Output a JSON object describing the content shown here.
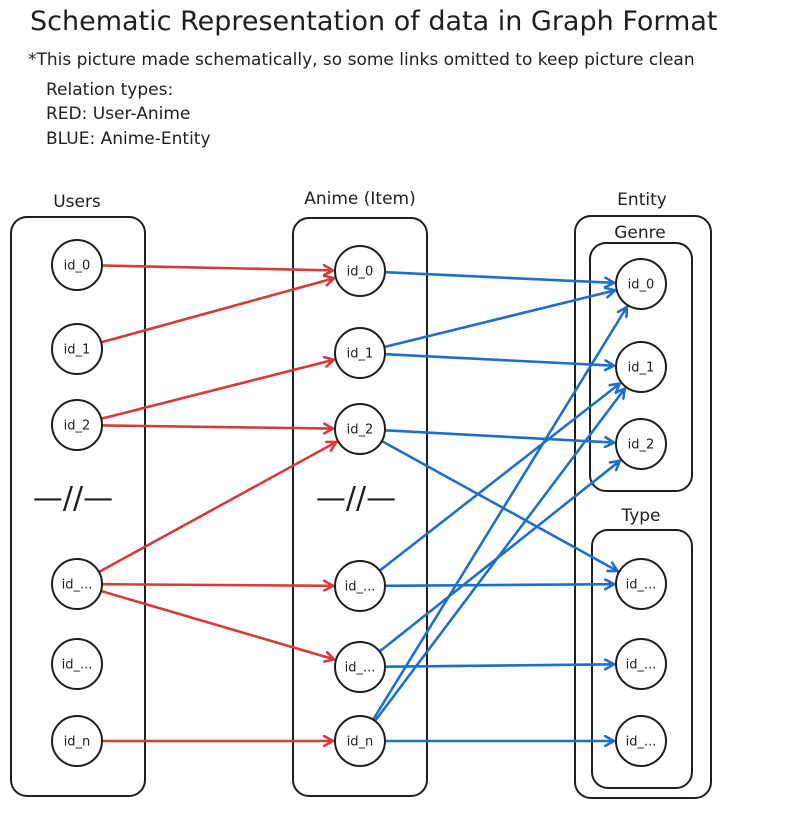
{
  "header": {
    "title": "Schematic Representation of data in Graph Format",
    "note": "*This picture made schematically, so some links omitted to keep picture clean",
    "relation_types_label": "Relation types:",
    "red_relation": "RED: User-Anime",
    "blue_relation": "BLUE: Anime-Entity"
  },
  "colors": {
    "red": "#d63b3b",
    "blue": "#1f6fc9",
    "stroke": "#1e1e1e"
  },
  "columns": {
    "users": {
      "label": "Users",
      "nodes": [
        "id_0",
        "id_1",
        "id_2",
        "id_...",
        "id_...",
        "id_n"
      ],
      "gap_marker": "—//—"
    },
    "anime": {
      "label": "Anime (Item)",
      "nodes": [
        "id_0",
        "id_1",
        "id_2",
        "id_...",
        "id_...",
        "id_n"
      ],
      "gap_marker": "—//—"
    },
    "entity": {
      "label": "Entity",
      "genre": {
        "label": "Genre",
        "nodes": [
          "id_0",
          "id_1",
          "id_2"
        ]
      },
      "type": {
        "label": "Type",
        "nodes": [
          "id_...",
          "id_...",
          "id_..."
        ]
      }
    }
  },
  "edges": {
    "user_anime": [
      [
        "u0",
        "a0"
      ],
      [
        "u1",
        "a0"
      ],
      [
        "u2",
        "a1"
      ],
      [
        "u2",
        "a2"
      ],
      [
        "u3",
        "a2"
      ],
      [
        "u3",
        "a3"
      ],
      [
        "u3",
        "a4"
      ],
      [
        "u5",
        "a5"
      ]
    ],
    "anime_entity": [
      [
        "a0",
        "g0"
      ],
      [
        "a1",
        "g0"
      ],
      [
        "a1",
        "g1"
      ],
      [
        "a2",
        "g2"
      ],
      [
        "a2",
        "t0"
      ],
      [
        "a3",
        "g1"
      ],
      [
        "a3",
        "t0"
      ],
      [
        "a4",
        "g2"
      ],
      [
        "a4",
        "t1"
      ],
      [
        "a5",
        "g0"
      ],
      [
        "a5",
        "g1"
      ],
      [
        "a5",
        "t2"
      ]
    ]
  }
}
